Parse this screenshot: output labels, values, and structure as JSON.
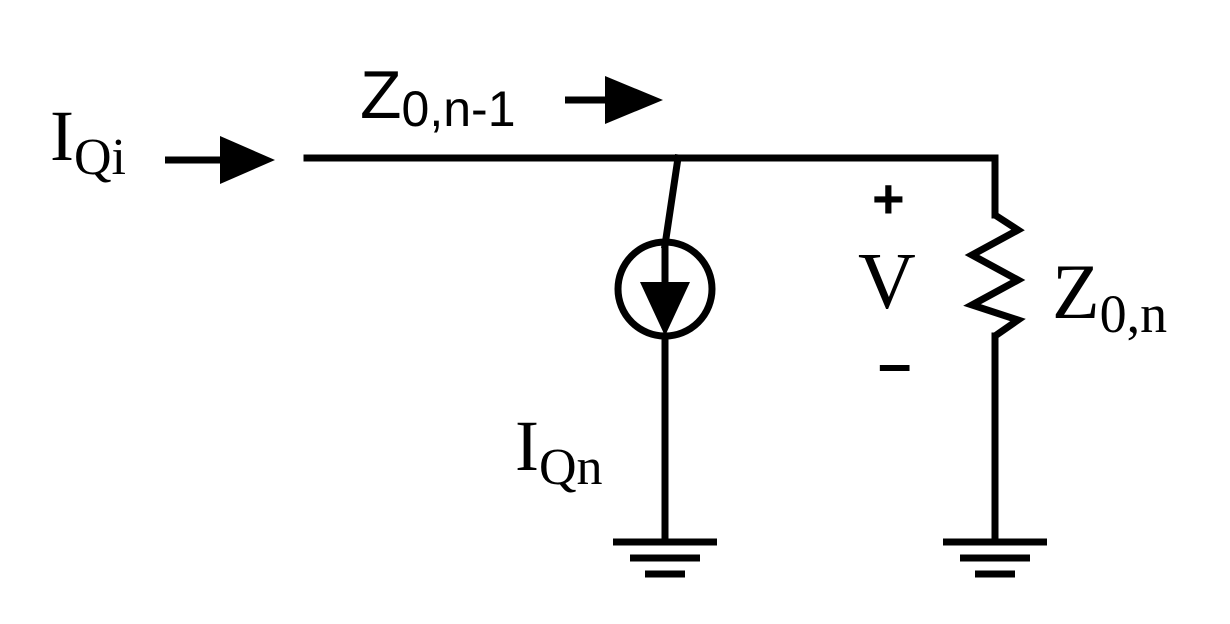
{
  "labels": {
    "input_current": {
      "main": "I",
      "sub": "Qi"
    },
    "line_impedance": {
      "main": "Z",
      "sub": "0,n-1"
    },
    "source_current": {
      "main": "I",
      "sub": "Qn"
    },
    "voltage": "V",
    "voltage_plus": "+",
    "voltage_minus": "–",
    "load_impedance": {
      "main": "Z",
      "sub": "0,n"
    }
  },
  "colors": {
    "ink": "#000000",
    "background": "#ffffff"
  },
  "components": [
    "current-source",
    "resistor",
    "ground",
    "ground"
  ]
}
